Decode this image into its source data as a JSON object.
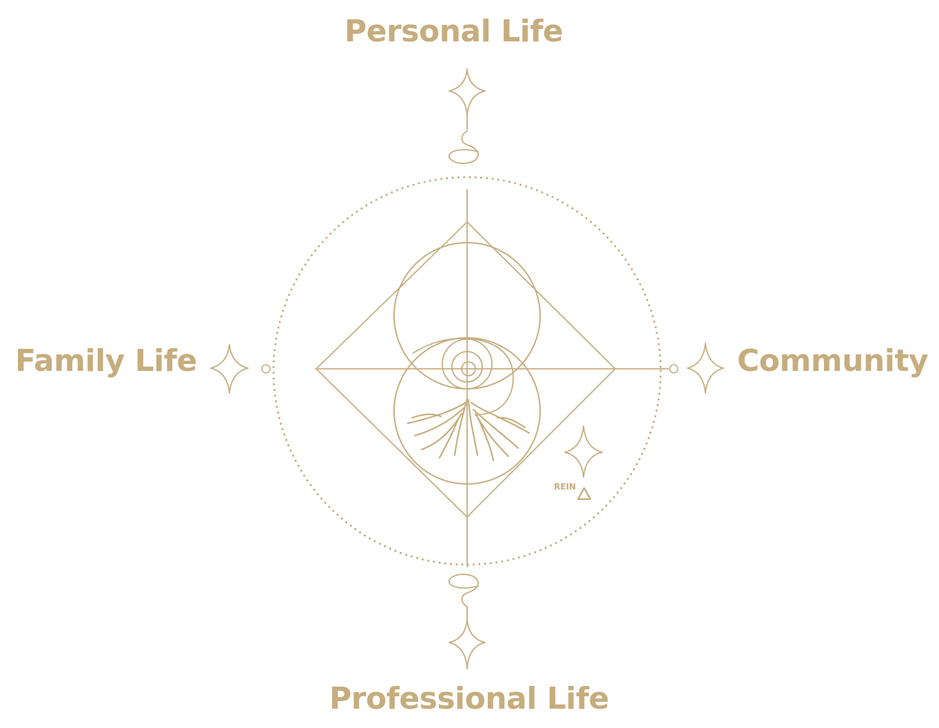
{
  "colors": {
    "accent": "#c6ad7e",
    "background": "#ffffff"
  },
  "labels": {
    "top": "Personal Life",
    "left": "Family Life",
    "right": "Community",
    "bottom": "Professional Life"
  },
  "emblem": {
    "mark_text": "REIN"
  },
  "icons": {
    "star": "four-point-sparkle-icon",
    "spiral": "spiral-icon",
    "roots": "tree-roots-icon",
    "triangle": "triangle-icon"
  }
}
